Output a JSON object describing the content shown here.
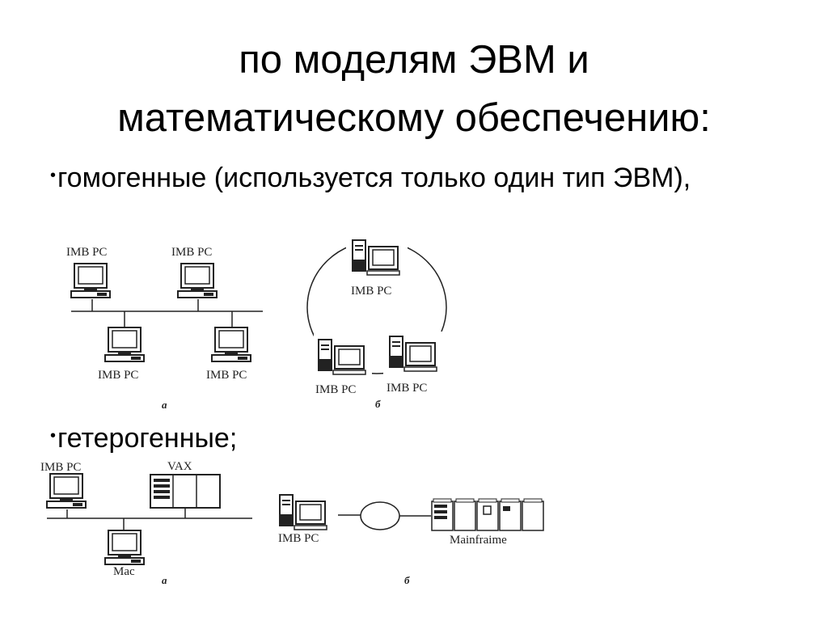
{
  "title": {
    "line1": "по моделям ЭВМ и",
    "line2": "математическому обеспечению:"
  },
  "bullets": [
    {
      "text": "гомогенные (используется только один тип ЭВМ),"
    },
    {
      "text": "гетерогенные;"
    }
  ],
  "bullet_glyph": "•",
  "diagram_top": {
    "left": {
      "labels": [
        "IMB PC",
        "IMB PC",
        "IMB PC",
        "IMB PC"
      ],
      "caption": "а"
    },
    "right": {
      "labels": [
        "IMB PC",
        "IMB PC",
        "IMB PC"
      ],
      "caption": "б"
    }
  },
  "diagram_bottom": {
    "left": {
      "labels": {
        "pc": "IMB PC",
        "vax": "VAX",
        "mac": "Mac"
      },
      "caption": "а"
    },
    "right": {
      "labels": {
        "pc": "IMB PC",
        "mainframe": "Mainfraime"
      },
      "caption": "б"
    }
  }
}
